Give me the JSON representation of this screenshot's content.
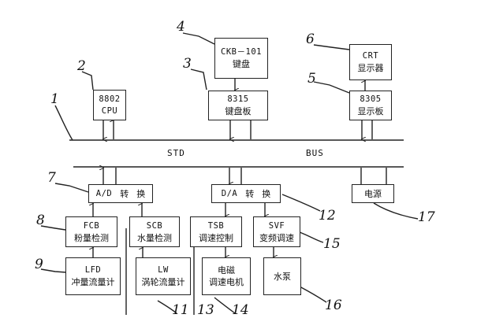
{
  "bus": {
    "left": "STD",
    "right": "BUS"
  },
  "boxes": {
    "cpu": {
      "l1": "8802",
      "l2": "CPU"
    },
    "keyboard": {
      "l1": "CKB－101",
      "l2": "键盘"
    },
    "keyboard_board": {
      "l1": "8315",
      "l2": "键盘板"
    },
    "crt": {
      "l1": "CRT",
      "l2": "显示器"
    },
    "display_board": {
      "l1": "8305",
      "l2": "显示板"
    },
    "ad": {
      "a": "A/D",
      "b": "转",
      "c": "换"
    },
    "da": {
      "a": "D/A",
      "b": "转",
      "c": "换"
    },
    "power": {
      "l1": "电源"
    },
    "fcb": {
      "l1": "FCB",
      "l2": "粉量检测"
    },
    "scb": {
      "l1": "SCB",
      "l2": "水量检测"
    },
    "tsb": {
      "l1": "TSB",
      "l2": "调速控制"
    },
    "svf": {
      "l1": "SVF",
      "l2": "变频调速"
    },
    "lfd": {
      "l1": "LFD",
      "l2": "冲量流量计"
    },
    "lw": {
      "l1": "LW",
      "l2": "涡轮流量计"
    },
    "motor": {
      "l1": "电磁",
      "l2": "调速电机"
    },
    "pump": {
      "l1": "水泵"
    }
  },
  "refs": {
    "n1": "1",
    "n2": "2",
    "n3": "3",
    "n4": "4",
    "n5": "5",
    "n6": "6",
    "n7": "7",
    "n8": "8",
    "n9": "9",
    "n12": "12",
    "n15": "15",
    "n16": "16",
    "n17": "17",
    "n11": "11",
    "n13": "13",
    "n14": "14"
  }
}
